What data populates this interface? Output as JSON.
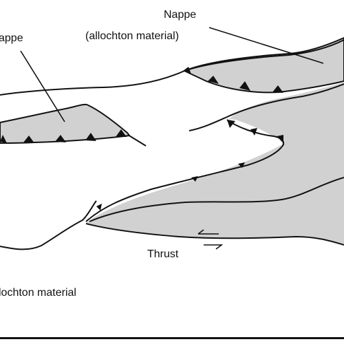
{
  "labels": {
    "nappe_right": "Nappe",
    "allochton_right": "(allochton material)",
    "nappe_left": "appe",
    "thrust": "Thrust",
    "autochthon": "lochton material"
  },
  "colors": {
    "fill": "#d1d1d1",
    "stroke": "#111111",
    "background": "#ffffff"
  }
}
